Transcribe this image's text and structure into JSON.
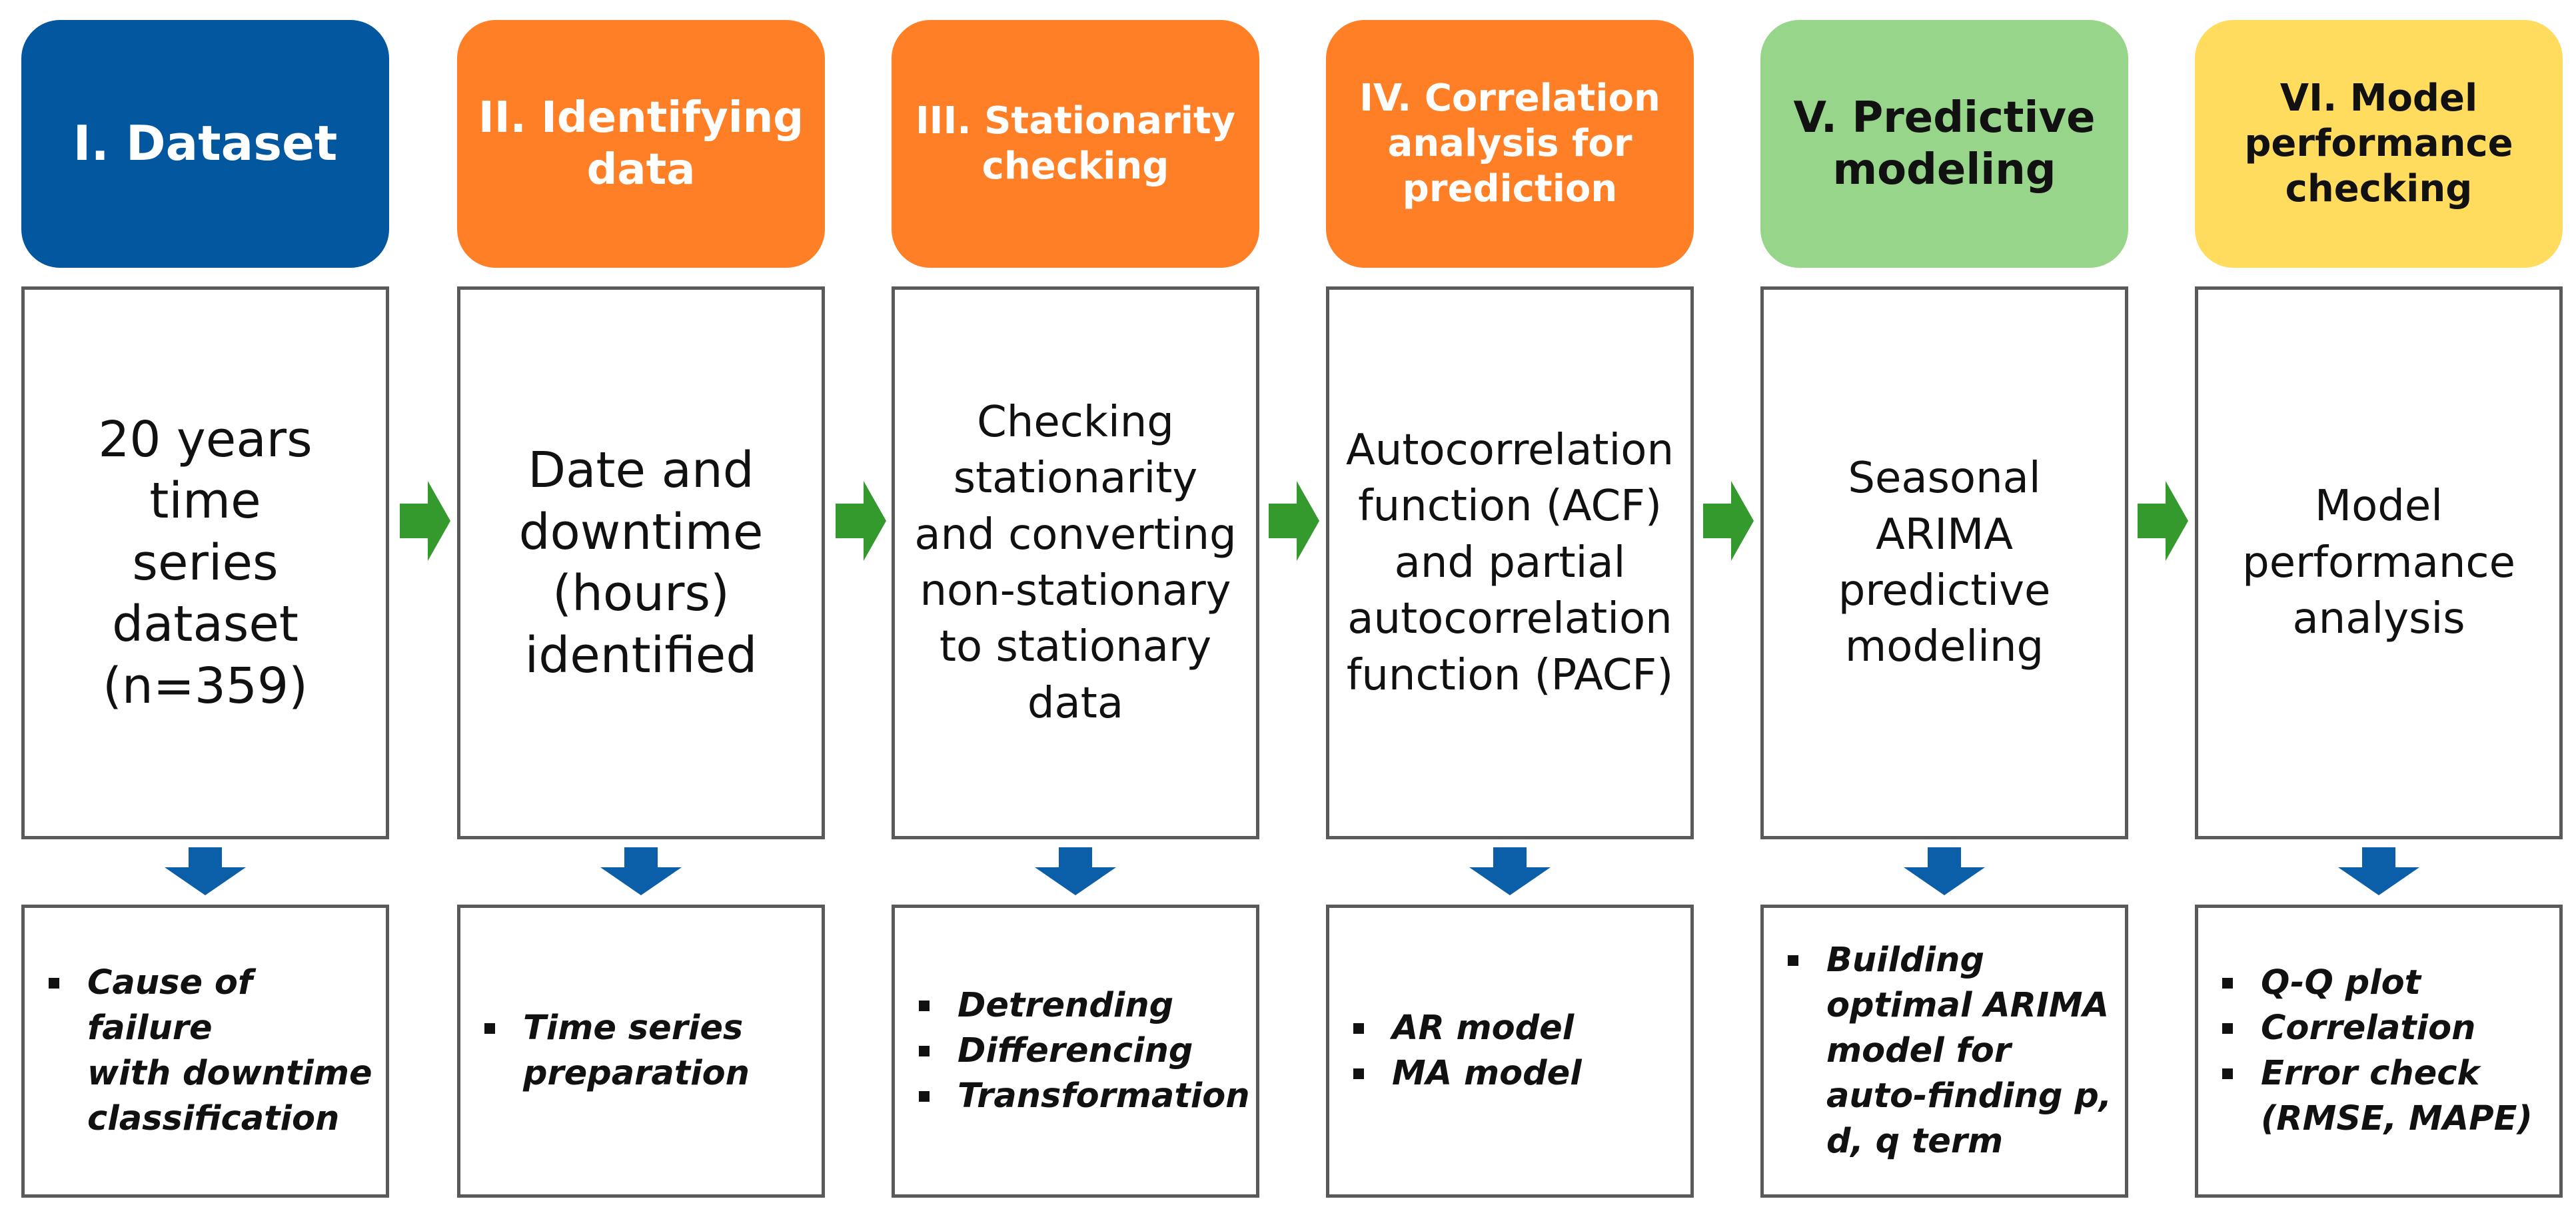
{
  "colors": {
    "stage1": "#02579F",
    "stage2": "#FF7F27",
    "stage3": "#FF7F27",
    "stage4": "#FF7F27",
    "stage5": "#97D58A",
    "stage6": "#FFDB5E",
    "white_text": "#FFFFFF",
    "dark_text": "#111111",
    "right_arrow": "#349A2E",
    "down_arrow": "#0B5EA8",
    "box_border": "#5A5A5A"
  },
  "stages": [
    {
      "title": "I. Dataset",
      "description": "20 years time\nseries dataset\n(n=359)",
      "bullets": [
        "Cause of failure\nwith downtime\nclassification"
      ]
    },
    {
      "title": "II. Identifying\ndata",
      "description": "Date and\ndowntime\n(hours)\nidentified",
      "bullets": [
        "Time series\npreparation"
      ]
    },
    {
      "title": "III. Stationarity\nchecking",
      "description": "Checking\nstationarity\nand converting\nnon-stationary\nto stationary\ndata",
      "bullets": [
        "Detrending",
        "Differencing",
        "Transformation"
      ]
    },
    {
      "title": "IV. Correlation\nanalysis for\nprediction",
      "description": "Autocorrelation\nfunction (ACF)\nand partial\nautocorrelation\nfunction (PACF)",
      "bullets": [
        "AR model",
        "MA model"
      ]
    },
    {
      "title": "V. Predictive\nmodeling",
      "description": "Seasonal\nARIMA\npredictive\nmodeling",
      "bullets": [
        "Building\noptimal ARIMA\nmodel for\nauto-finding p,\nd, q term"
      ]
    },
    {
      "title": "VI. Model\nperformance\nchecking",
      "description": "Model\nperformance\nanalysis",
      "bullets": [
        "Q-Q plot",
        "Correlation",
        "Error check\n(RMSE, MAPE)"
      ]
    }
  ]
}
